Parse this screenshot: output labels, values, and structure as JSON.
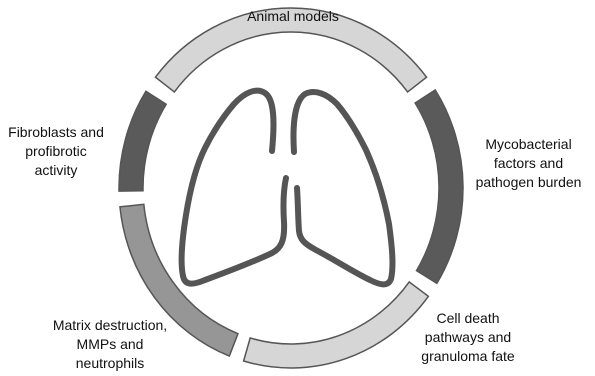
{
  "diagram": {
    "segments": [
      {
        "id": "animal-models",
        "label": "Animal models",
        "color": "#d6d6d6"
      },
      {
        "id": "mycobacterial",
        "label": "Mycobacterial\nfactors and\npathogen burden",
        "color": "#5a5a5a"
      },
      {
        "id": "cell-death",
        "label": "Cell death\npathways and\ngranuloma fate",
        "color": "#d6d6d6"
      },
      {
        "id": "matrix",
        "label": "Matrix destruction,\nMMPs and\nneutrophils",
        "color": "#969696"
      },
      {
        "id": "fibroblasts",
        "label": "Fibroblasts and\nprofibrotic\nactivity",
        "color": "#5a5a5a"
      }
    ],
    "center_icon": "lungs-icon"
  }
}
